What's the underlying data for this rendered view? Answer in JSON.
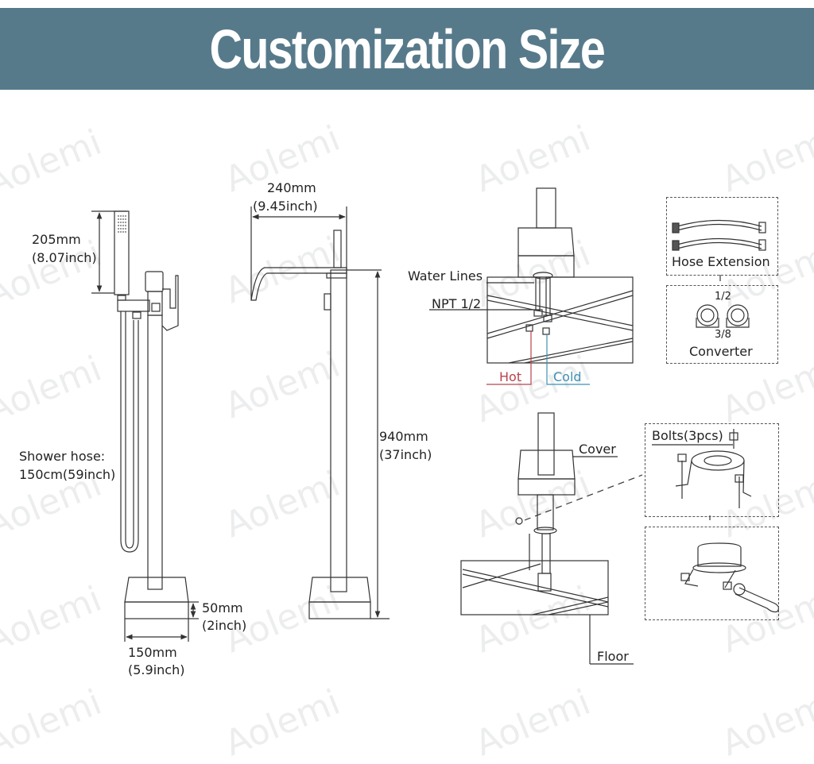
{
  "header": {
    "title": "Customization Size"
  },
  "watermark": {
    "text": "Aolemi"
  },
  "side_view": {
    "handshower_height": {
      "mm": "205mm",
      "inch": "(8.07inch)"
    },
    "shower_hose": {
      "label": "Shower hose:",
      "length": "150cm(59inch)"
    },
    "base_height": {
      "mm": "50mm",
      "inch": "(2inch)"
    },
    "base_width": {
      "mm": "150mm",
      "inch": "(5.9inch)"
    }
  },
  "front_view": {
    "spout_reach": {
      "mm": "240mm",
      "inch": "(9.45inch)"
    },
    "total_height": {
      "mm": "940mm",
      "inch": "(37inch)"
    }
  },
  "install_top": {
    "water_lines": "Water Lines",
    "npt": "NPT 1/2",
    "hot": "Hot",
    "cold": "Cold",
    "hot_color": "#b8444c",
    "cold_color": "#3f90b3"
  },
  "accessories": {
    "hose_extension": "Hose Extension",
    "converter": "Converter",
    "converter_top": "1/2",
    "converter_bottom": "3/8"
  },
  "install_bottom": {
    "cover": "Cover",
    "floor": "Floor",
    "bolts": "Bolts(3pcs)"
  },
  "colors": {
    "banner": "#577a8b",
    "banner_text": "#ffffff",
    "line": "#333333"
  }
}
